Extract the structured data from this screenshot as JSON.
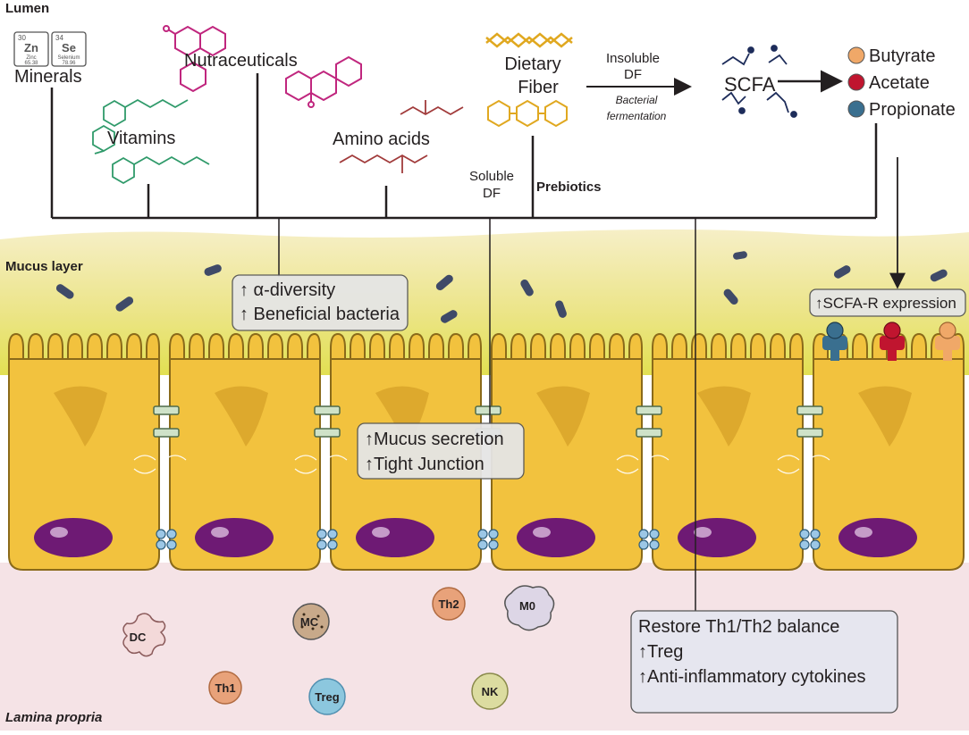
{
  "regions": {
    "lumen": "Lumen",
    "mucus": "Mucus layer",
    "lamina": "Lamina propria"
  },
  "minerals": {
    "label": "Minerals",
    "zn": {
      "number": "30",
      "symbol": "Zn",
      "name": "Zinc",
      "mass": "65.38"
    },
    "se": {
      "number": "34",
      "symbol": "Se",
      "name": "Selenium",
      "mass": "78.96"
    }
  },
  "nutrients": {
    "nutraceuticals": "Nutraceuticals",
    "vitamins": "Vitamins",
    "amino_acids": "Amino acids",
    "dietary_fiber_1": "Dietary",
    "dietary_fiber_2": "Fiber",
    "insoluble_1": "Insoluble",
    "insoluble_2": "DF",
    "fermentation_1": "Bacterial",
    "fermentation_2": "fermentation",
    "soluble_1": "Soluble",
    "soluble_2": "DF",
    "prebiotics": "Prebiotics",
    "scfa": "SCFA"
  },
  "scfa_legend": [
    {
      "label": "Butyrate",
      "color": "#f0a868"
    },
    {
      "label": "Acetate",
      "color": "#c0152f"
    },
    {
      "label": "Propionate",
      "color": "#3a6f8f"
    }
  ],
  "boxes": {
    "diversity_1": "↑ α-diversity",
    "diversity_2": "↑ Beneficial bacteria",
    "mucus_1": "↑Mucus secretion",
    "mucus_2": "↑Tight Junction",
    "scfa_r": "↑SCFA-R expression",
    "immune_1": "Restore Th1/Th2 balance",
    "immune_2": "↑Treg",
    "immune_3": "↑Anti-inflammatory cytokines"
  },
  "immune_cells": [
    {
      "label": "DC",
      "color": "#f3d9d9"
    },
    {
      "label": "MC",
      "color": "#c8a98a"
    },
    {
      "label": "Th2",
      "color": "#e8a27a"
    },
    {
      "label": "M0",
      "color": "#ddd6e6"
    },
    {
      "label": "Th1",
      "color": "#e8a27a"
    },
    {
      "label": "Treg",
      "color": "#8cc7de"
    },
    {
      "label": "NK",
      "color": "#dcdca0"
    }
  ],
  "colors": {
    "cell_fill": "#f2c23e",
    "cell_stroke": "#8a6a1a",
    "nucleus": "#6e1a74",
    "mucus_top": "#f5eec0",
    "mucus_bottom": "#e6e65a",
    "lamina": "#f5e3e6",
    "box_fill": "#e5e5e5",
    "box_fill_alt": "#e6e6ef",
    "nutraceutical": "#c0267e",
    "vitamin": "#2f9a6a",
    "amino": "#a13b3b",
    "fiber": "#e0a820",
    "scfa_mol": "#1d2c5a",
    "bacteria": "#3f4a68"
  }
}
